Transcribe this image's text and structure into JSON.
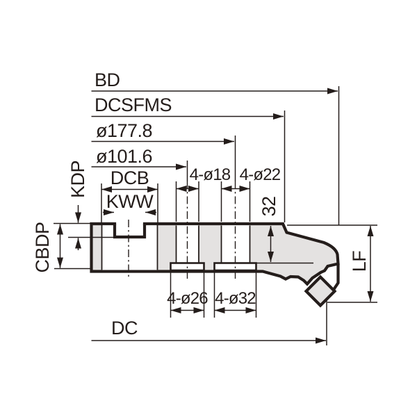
{
  "drawing": {
    "labels": {
      "bd": "BD",
      "dcsfms": "DCSFMS",
      "dia_177_8": "ø177.8",
      "dia_101_6": "ø101.6",
      "dcb": "DCB",
      "kww": "KWW",
      "kdp": "KDP",
      "cbdp": "CBDP",
      "top_holes_inner": "4-ø18",
      "top_holes_outer": "4-ø22",
      "pocket_depth": "32",
      "bottom_holes_inner": "4-ø26",
      "bottom_holes_outer": "4-ø32",
      "lf": "LF",
      "dc": "DC"
    },
    "colors": {
      "line": "#241d1b",
      "body_fill": "#e4e2e1",
      "background": "#ffffff"
    }
  }
}
